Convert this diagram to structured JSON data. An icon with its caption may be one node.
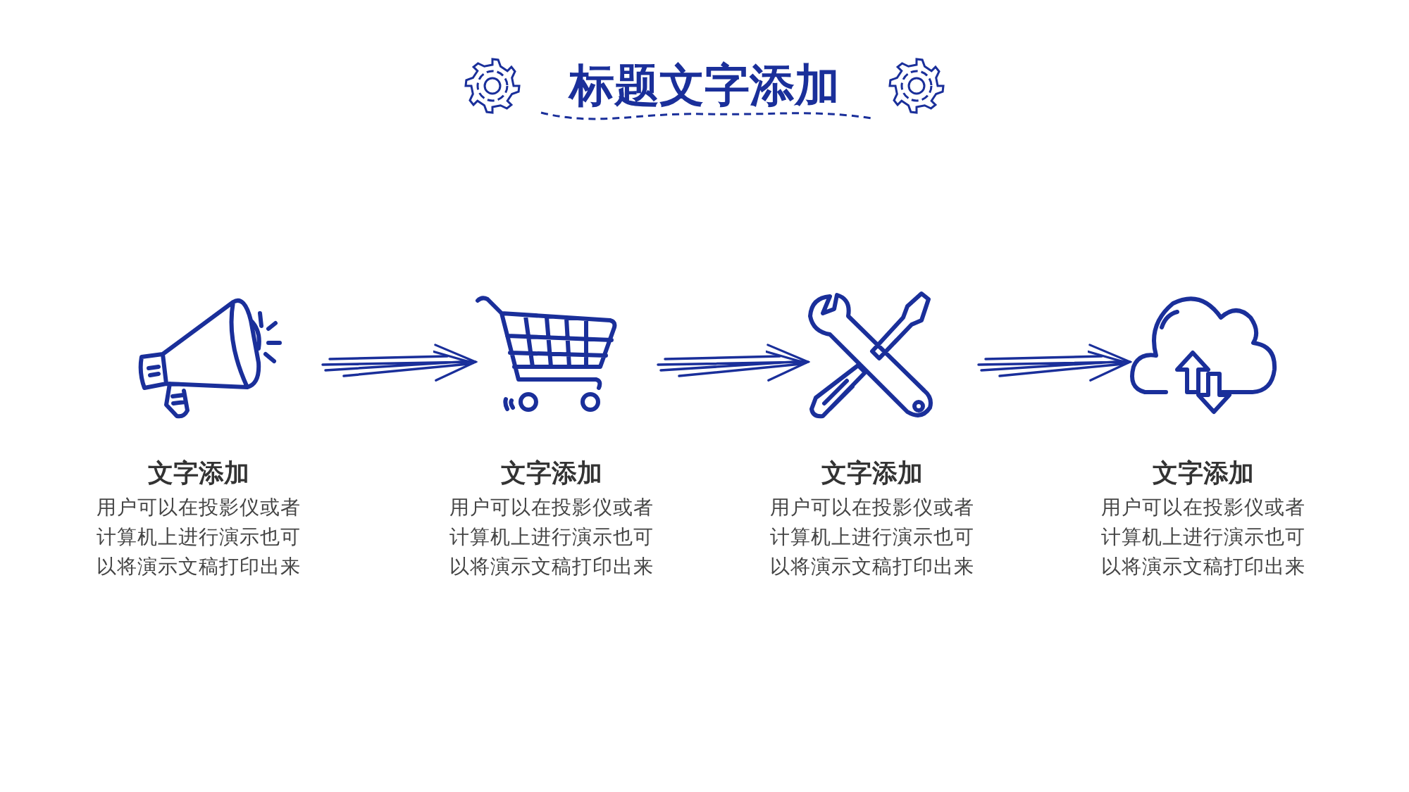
{
  "diagram": {
    "title": "标题文字添加",
    "nodes": [
      {
        "text": [],
        "shape": "picture",
        "beside": [
          "文字添加",
          "用户可以在投影仪或者计算机上进行演示也可以将演示文稿打印出来"
        ]
      },
      {
        "text": [],
        "shape": "picture",
        "beside": [
          "文字添加",
          "用户可以在投影仪或者计算机上进行演示也可以将演示文稿打印出来"
        ]
      },
      {
        "text": [],
        "shape": "picture",
        "beside": [
          "文字添加",
          "用户可以在投影仪或者计算机上进行演示也可以将演示文稿打印出来"
        ]
      },
      {
        "text": [],
        "shape": "picture",
        "beside": [
          "文字添加",
          "用户可以在投影仪或者计算机上进行演示也可以将演示文稿打印出来"
        ]
      }
    ],
    "edges": [
      {
        "from": 0,
        "to": 1,
        "arrow": "to"
      },
      {
        "from": 1,
        "to": 2,
        "arrow": "to"
      },
      {
        "from": 2,
        "to": 3,
        "arrow": "to"
      }
    ]
  }
}
